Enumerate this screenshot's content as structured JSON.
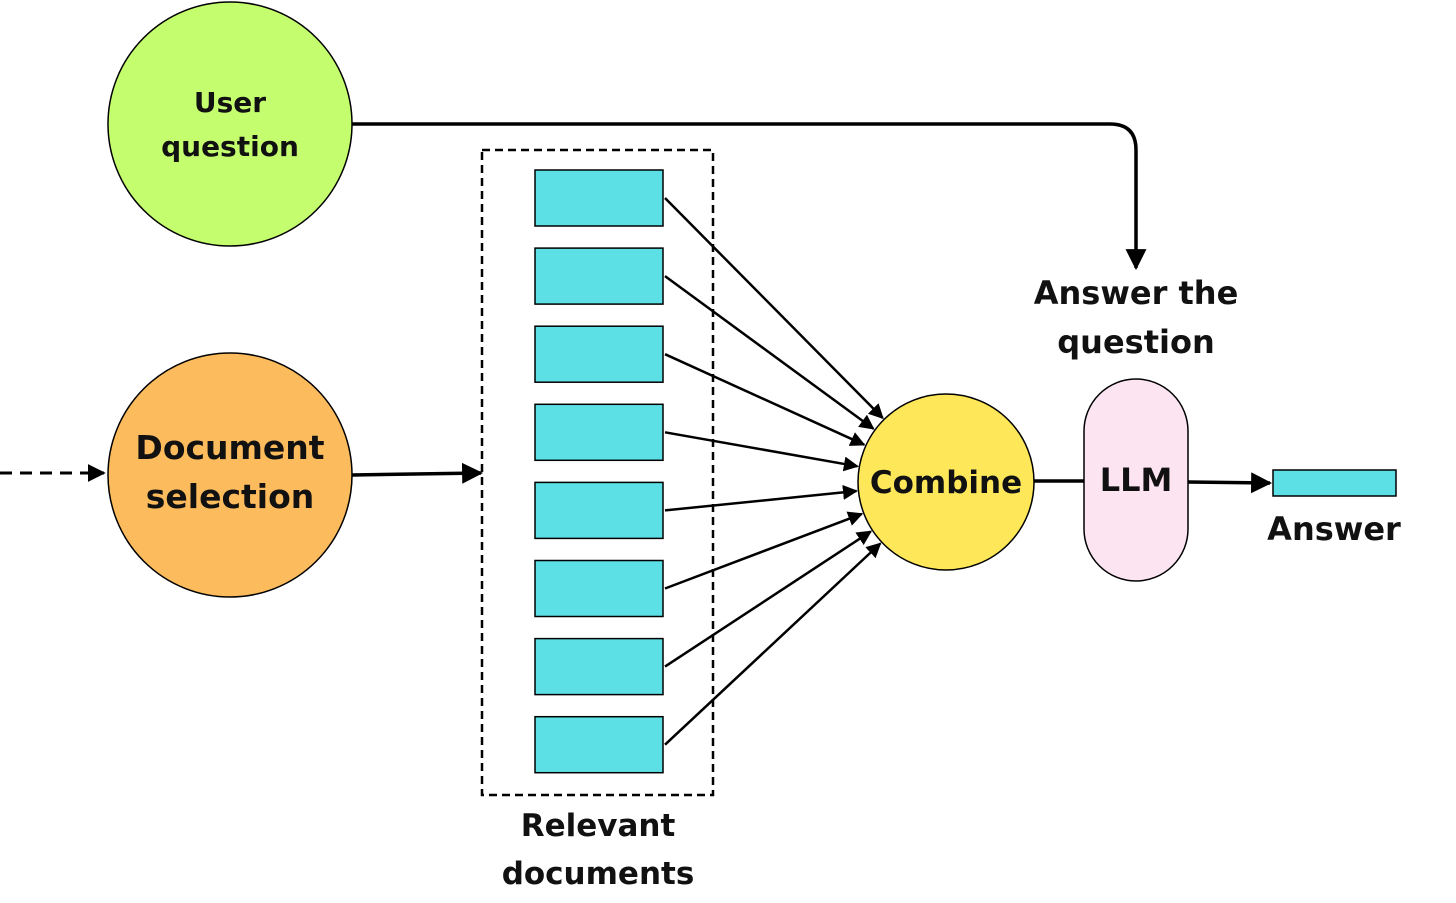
{
  "nodes": {
    "user_question": {
      "line1": "User",
      "line2": "question",
      "color": "#c4fe6e"
    },
    "document_selection": {
      "line1": "Document",
      "line2": "selection",
      "color": "#fcbb5c"
    },
    "combine": {
      "label": "Combine",
      "color": "#fee85a"
    },
    "llm": {
      "label": "LLM",
      "color": "#fde4f1"
    },
    "answer": {
      "label": "Answer",
      "color": "#5ce0e5"
    }
  },
  "labels": {
    "answer_the_question": {
      "line1": "Answer the",
      "line2": "question"
    },
    "relevant_documents": {
      "line1": "Relevant",
      "line2": "documents"
    }
  },
  "documents": {
    "count": 8,
    "color": "#5ce0e5"
  },
  "colors": {
    "stroke": "#000000",
    "background": "#ffffff"
  }
}
